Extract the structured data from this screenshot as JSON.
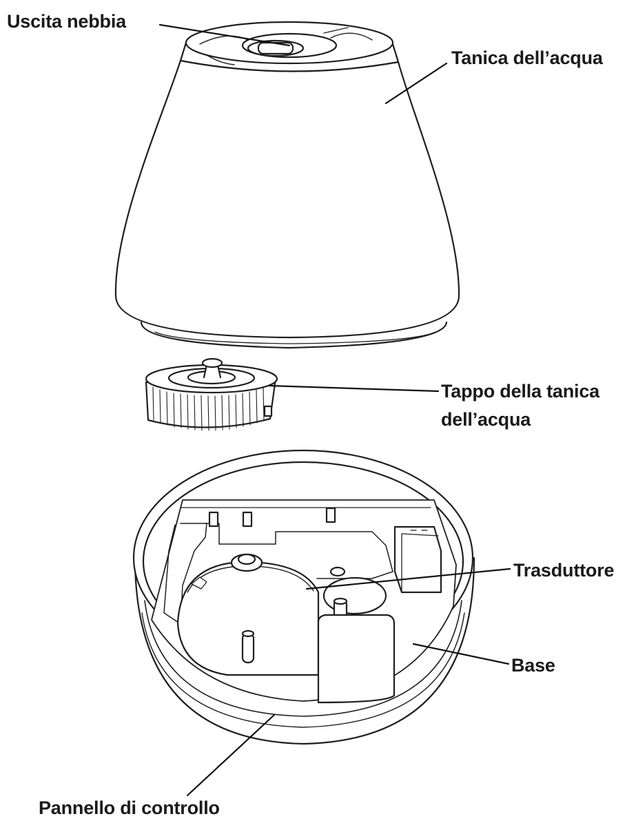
{
  "labels": {
    "mist_outlet": "Uscita nebbia",
    "water_tank": "Tanica dell’acqua",
    "tank_cap_line1": "Tappo della tanica",
    "tank_cap_line2": "dell’acqua",
    "transducer": "Trasduttore",
    "base": "Base",
    "control_panel": "Pannello di controllo"
  }
}
